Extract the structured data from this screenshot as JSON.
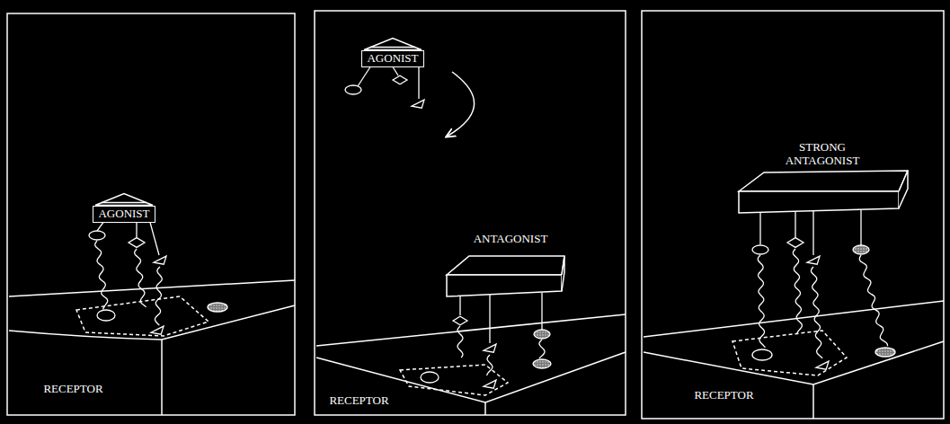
{
  "diagram": {
    "nodes": [
      {
        "text": [
          "AGONIST"
        ]
      },
      {
        "text": [
          "RECEPTOR"
        ]
      },
      {
        "text": [
          "AGONIST"
        ]
      },
      {
        "text": [
          "ANTAGONIST"
        ]
      },
      {
        "text": [
          "RECEPTOR"
        ]
      },
      {
        "text": [
          "STRONG ANTAGONIST"
        ]
      },
      {
        "text": [
          "RECEPTOR"
        ]
      }
    ]
  }
}
